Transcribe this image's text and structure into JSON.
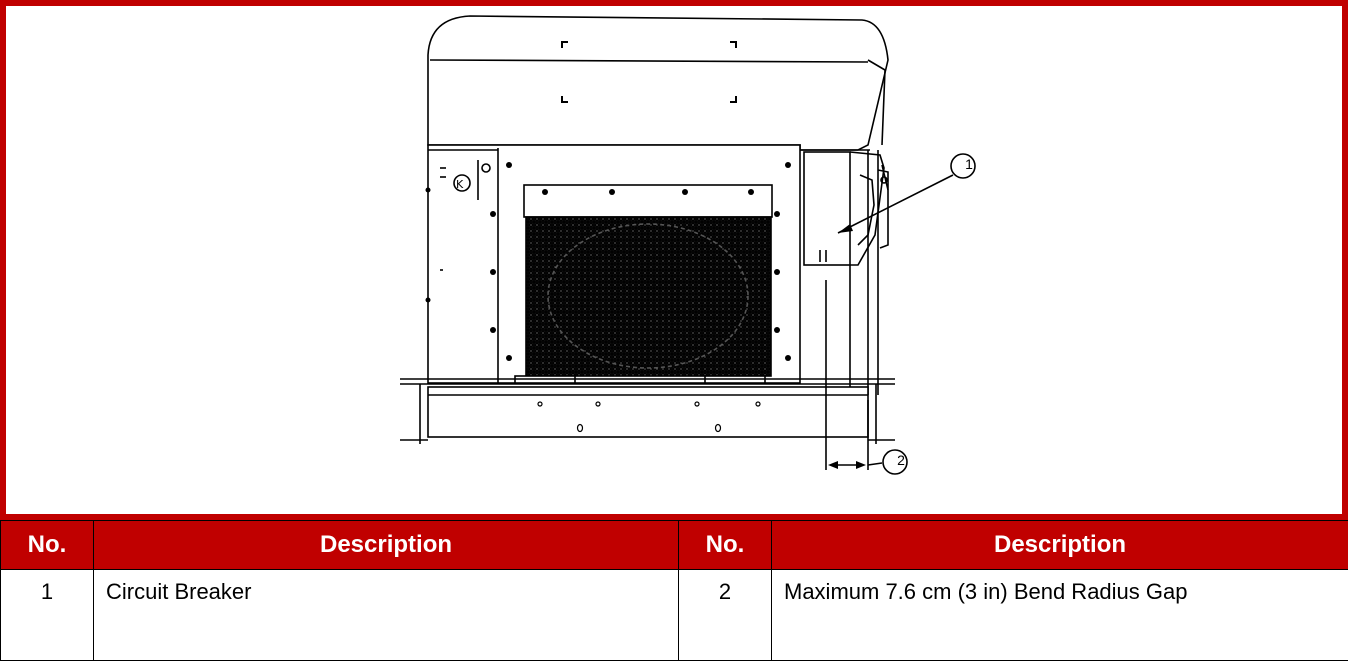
{
  "figure": {
    "callouts": [
      "1",
      "2"
    ]
  },
  "legend": {
    "headers": [
      "No.",
      "Description",
      "No.",
      "Description"
    ],
    "rows": [
      {
        "no_a": "1",
        "desc_a": "Circuit Breaker",
        "no_b": "2",
        "desc_b": "Maximum 7.6 cm (3 in) Bend Radius Gap"
      }
    ]
  },
  "colors": {
    "accent": "#c00000",
    "header_text": "#ffffff",
    "line": "#000000"
  }
}
